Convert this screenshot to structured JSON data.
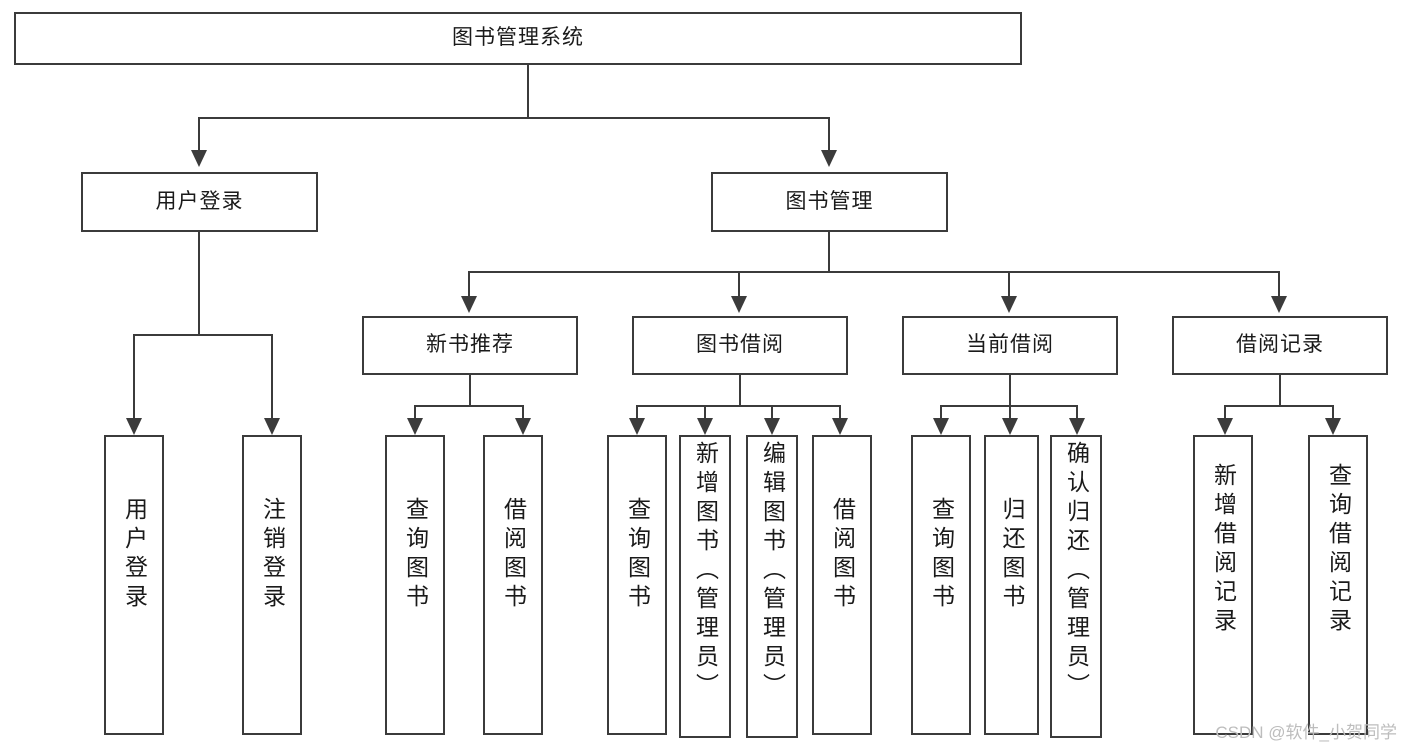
{
  "diagram": {
    "title": "图书管理系统",
    "watermark": "CSDN @软件_小贺同学",
    "root": {
      "label": "图书管理系统"
    },
    "level2": [
      {
        "label": "用户登录"
      },
      {
        "label": "图书管理"
      }
    ],
    "level3": [
      {
        "label": "新书推荐"
      },
      {
        "label": "图书借阅"
      },
      {
        "label": "当前借阅"
      },
      {
        "label": "借阅记录"
      }
    ],
    "leaves": {
      "user_login": [
        {
          "label": "用户登录"
        },
        {
          "label": "注销登录"
        }
      ],
      "new_book": [
        {
          "label": "查询图书"
        },
        {
          "label": "借阅图书"
        }
      ],
      "book_borrow": [
        {
          "label": "查询图书"
        },
        {
          "label": "新增图书（管理员）"
        },
        {
          "label": "编辑图书（管理员）"
        },
        {
          "label": "借阅图书"
        }
      ],
      "current_borrow": [
        {
          "label": "查询图书"
        },
        {
          "label": "归还图书"
        },
        {
          "label": "确认归还（管理员）"
        }
      ],
      "borrow_record": [
        {
          "label": "新增借阅记录"
        },
        {
          "label": "查询借阅记录"
        }
      ]
    }
  }
}
